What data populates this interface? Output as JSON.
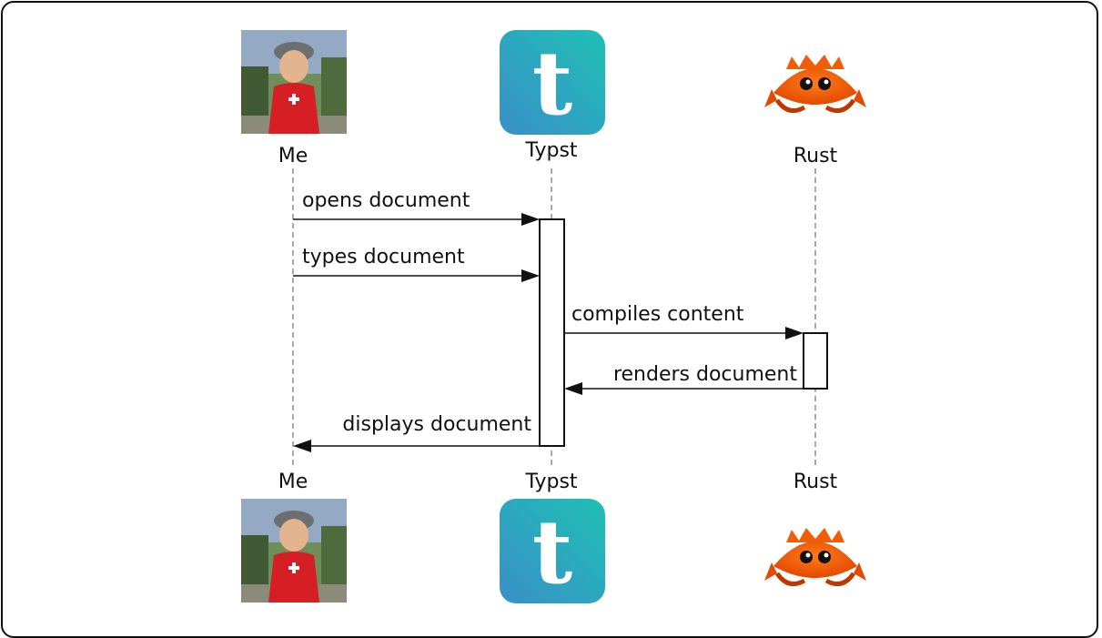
{
  "participants": [
    {
      "id": "me",
      "label": "Me",
      "icon": "child-photo-icon"
    },
    {
      "id": "typst",
      "label": "Typst",
      "icon": "typst-logo-icon",
      "logo_letter": "t",
      "colors": [
        "#2a9fc0",
        "#20b8b8"
      ]
    },
    {
      "id": "rust",
      "label": "Rust",
      "icon": "ferris-crab-icon",
      "color": "#f25c05"
    }
  ],
  "messages": [
    {
      "label": "opens document",
      "from": "me",
      "to": "typst"
    },
    {
      "label": "types document",
      "from": "me",
      "to": "typst"
    },
    {
      "label": "compiles content",
      "from": "typst",
      "to": "rust"
    },
    {
      "label": "renders document",
      "from": "rust",
      "to": "typst"
    },
    {
      "label": "displays document",
      "from": "typst",
      "to": "me"
    }
  ]
}
